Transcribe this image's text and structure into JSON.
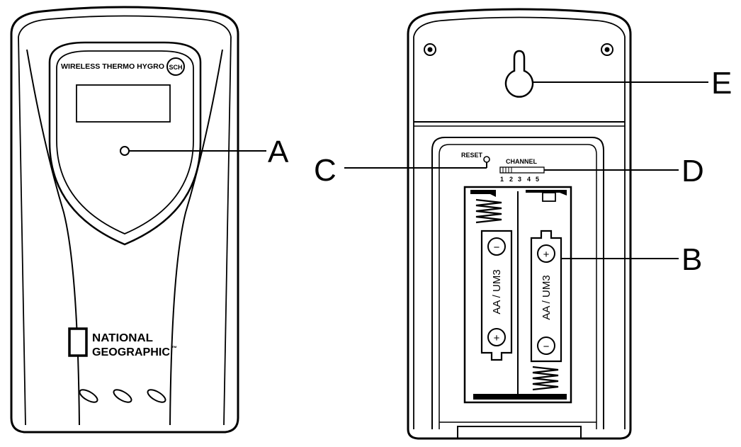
{
  "front": {
    "title_text": "WIRELESS THERMO HYGRO",
    "badge_text": "SCH",
    "brand_line1": "NATIONAL",
    "brand_line2": "GEOGRAPHIC",
    "brand_tm": "™"
  },
  "back": {
    "reset_label": "RESET",
    "channel_label": "CHANNEL",
    "channel_numbers": [
      "1",
      "2",
      "3",
      "4",
      "5"
    ],
    "battery_label": "AA / UM3",
    "plus_symbol": "+",
    "minus_symbol": "−"
  },
  "callouts": {
    "a": "A",
    "b": "B",
    "c": "C",
    "d": "D",
    "e": "E"
  }
}
